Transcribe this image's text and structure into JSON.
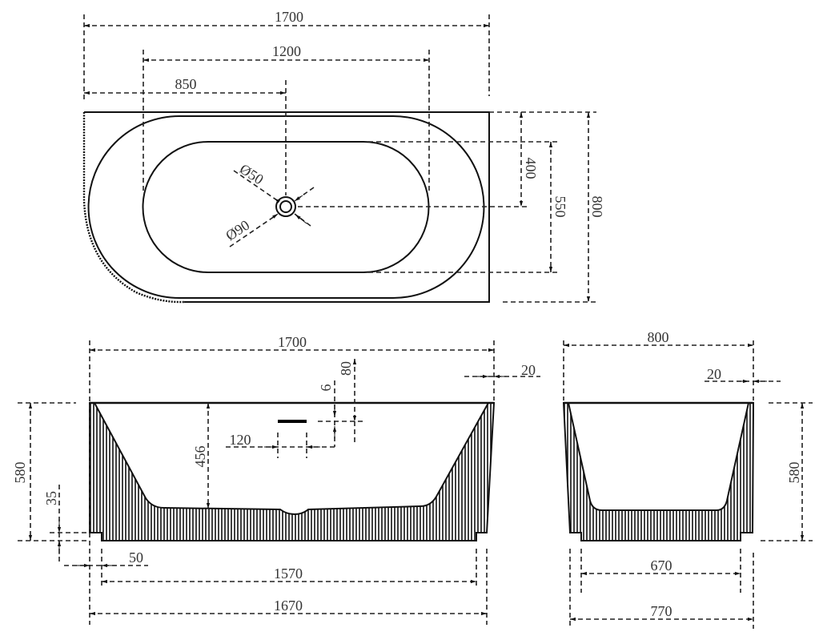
{
  "top_view": {
    "overall_length": "1700",
    "inner_length": "1200",
    "drain_offset": "850",
    "drain_inner_dia": "Ø50",
    "drain_outer_dia": "Ø90",
    "drain_to_edge": "400",
    "inner_width": "550",
    "overall_width": "800"
  },
  "front_view": {
    "overall_length": "1700",
    "rim_thickness": "20",
    "overflow_height": "80",
    "overflow_offset": "6",
    "overflow_width": "120",
    "inner_depth": "456",
    "overall_height": "580",
    "plinth_height": "35",
    "plinth_inset": "50",
    "base_length": "1570",
    "bottom_length": "1670"
  },
  "side_view": {
    "overall_width": "800",
    "rim_thickness": "20",
    "overall_height": "580",
    "base_width": "670",
    "bottom_width": "770"
  }
}
